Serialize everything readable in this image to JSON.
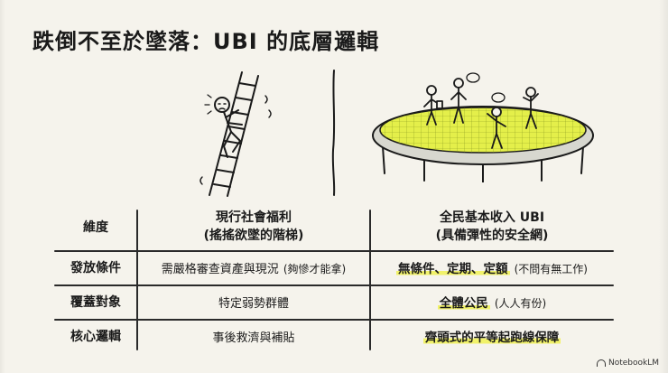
{
  "title": "跌倒不至於墜落：UBI 的底層邏輯",
  "table": {
    "header": {
      "dimension": "維度",
      "current_line1": "現行社會福利",
      "current_line2": "(搖搖欲墜的階梯)",
      "ubi_line1": "全民基本收入 UBI",
      "ubi_line2": "(具備彈性的安全網)"
    },
    "rows": [
      {
        "dimension": "發放條件",
        "current_main": "需嚴格審查資產與現況",
        "current_note": "(夠慘才能拿)",
        "ubi_main": "無條件、定期、定額",
        "ubi_note": "(不問有無工作)"
      },
      {
        "dimension": "覆蓋對象",
        "current_main": "特定弱勢群體",
        "ubi_main": "全體公民",
        "ubi_note": "(人人有份)"
      },
      {
        "dimension": "核心邏輯",
        "current_main": "事後救濟與補貼",
        "ubi_main": "齊頭式的平等起跑線保障"
      }
    ]
  },
  "watermark": "NotebookLM",
  "colors": {
    "highlight": "#f1f26a",
    "trampoline": "#e4ef4a",
    "ink": "#1a1a1a",
    "paper": "#f5f3ec"
  }
}
